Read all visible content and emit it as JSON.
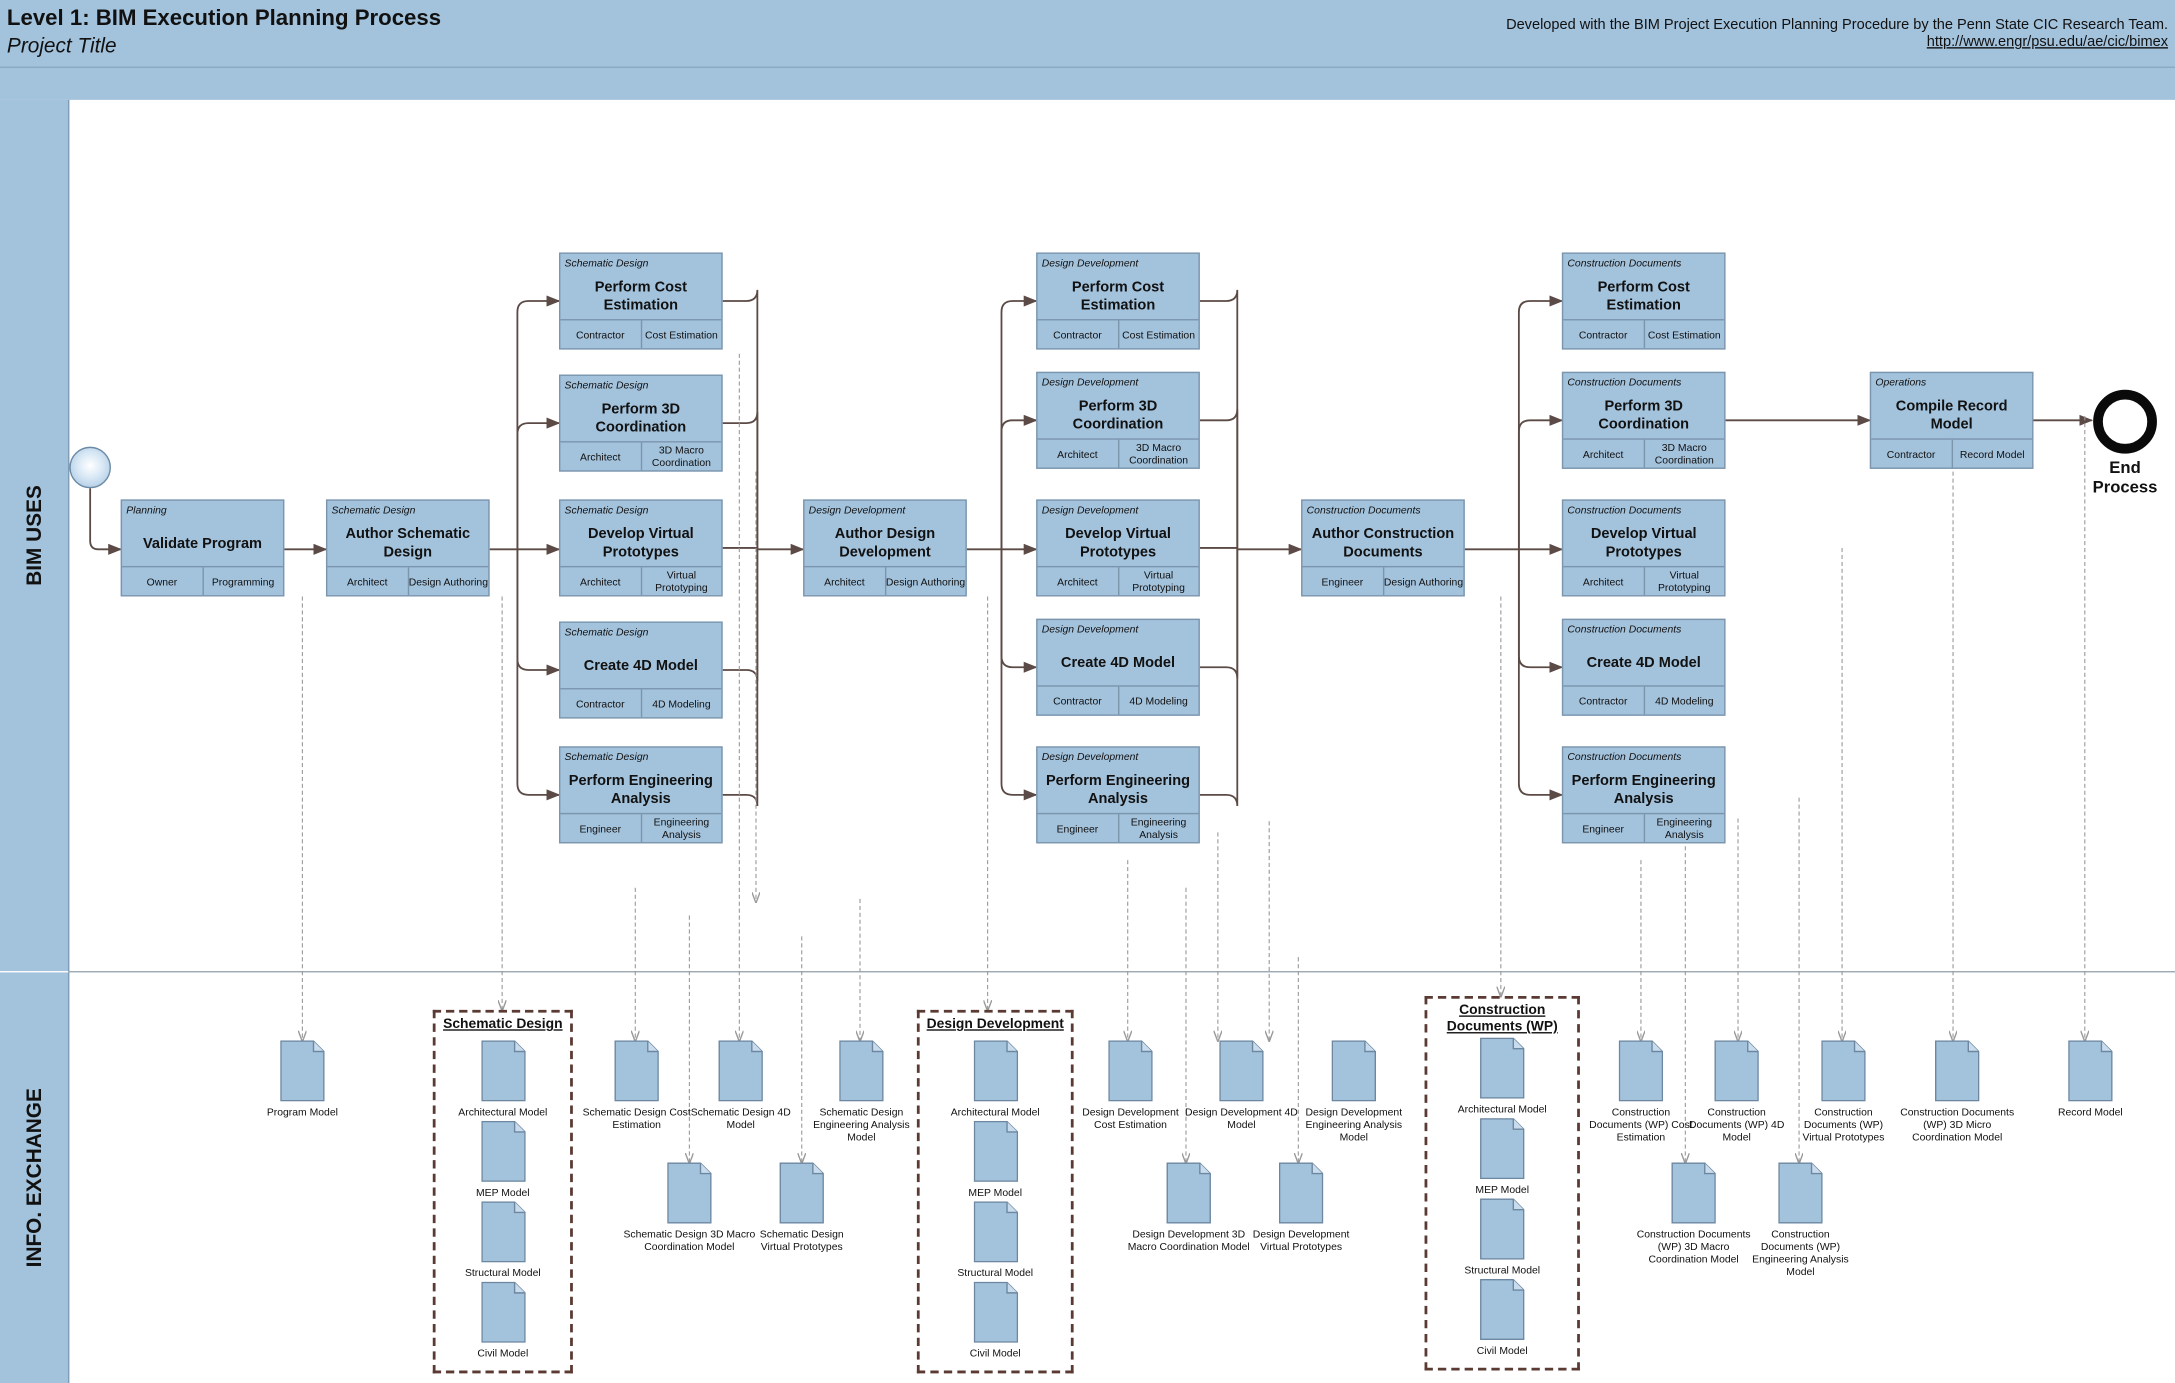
{
  "header": {
    "title": "Level 1: BIM Execution Planning Process",
    "subtitle": "Project Title",
    "credit": "Developed with the BIM Project Execution Planning Procedure by the Penn State CIC Research Team.",
    "link": "http://www.engr/psu.edu/ae/cic/bimex"
  },
  "lanes": {
    "bim_uses": "BIM USES",
    "info_exchange": "INFO. EXCHANGE"
  },
  "end_label": "End Process",
  "colors": {
    "box_fill": "#a3c2dc",
    "header_fill": "#a3c2dc",
    "connector": "#5b4a45"
  },
  "processes": [
    {
      "phase": "Planning",
      "title": "Validate Program",
      "role": "Owner",
      "use": "Programming"
    },
    {
      "phase": "Schematic Design",
      "title": "Author Schematic Design",
      "role": "Architect",
      "use": "Design Authoring"
    },
    {
      "phase": "Schematic Design",
      "title": "Perform Cost Estimation",
      "role": "Contractor",
      "use": "Cost Estimation"
    },
    {
      "phase": "Schematic Design",
      "title": "Perform 3D Coordination",
      "role": "Architect",
      "use": "3D Macro Coordination"
    },
    {
      "phase": "Schematic Design",
      "title": "Develop Virtual Prototypes",
      "role": "Architect",
      "use": "Virtual Prototyping"
    },
    {
      "phase": "Schematic Design",
      "title": "Create 4D Model",
      "role": "Contractor",
      "use": "4D Modeling"
    },
    {
      "phase": "Schematic Design",
      "title": "Perform Engineering Analysis",
      "role": "Engineer",
      "use": "Engineering Analysis"
    },
    {
      "phase": "Design Development",
      "title": "Author Design Development",
      "role": "Architect",
      "use": "Design Authoring"
    },
    {
      "phase": "Design Development",
      "title": "Perform Cost Estimation",
      "role": "Contractor",
      "use": "Cost Estimation"
    },
    {
      "phase": "Design Development",
      "title": "Perform 3D Coordination",
      "role": "Architect",
      "use": "3D Macro Coordination"
    },
    {
      "phase": "Design Development",
      "title": "Develop Virtual Prototypes",
      "role": "Architect",
      "use": "Virtual Prototyping"
    },
    {
      "phase": "Design Development",
      "title": "Create 4D Model",
      "role": "Contractor",
      "use": "4D Modeling"
    },
    {
      "phase": "Design Development",
      "title": "Perform Engineering Analysis",
      "role": "Engineer",
      "use": "Engineering Analysis"
    },
    {
      "phase": "Construction Documents",
      "title": "Author Construction Documents",
      "role": "Engineer",
      "use": "Design Authoring"
    },
    {
      "phase": "Construction Documents",
      "title": "Perform Cost Estimation",
      "role": "Contractor",
      "use": "Cost Estimation"
    },
    {
      "phase": "Construction Documents",
      "title": "Perform 3D Coordination",
      "role": "Architect",
      "use": "3D Macro Coordination"
    },
    {
      "phase": "Construction Documents",
      "title": "Develop Virtual Prototypes",
      "role": "Architect",
      "use": "Virtual Prototyping"
    },
    {
      "phase": "Construction Documents",
      "title": "Create 4D Model",
      "role": "Contractor",
      "use": "4D Modeling"
    },
    {
      "phase": "Construction Documents",
      "title": "Perform Engineering Analysis",
      "role": "Engineer",
      "use": "Engineering Analysis"
    },
    {
      "phase": "Operations",
      "title": "Compile Record Model",
      "role": "Contractor",
      "use": "Record Model"
    }
  ],
  "groups": [
    {
      "title": "Schematic Design",
      "models": [
        "Architectural Model",
        "MEP Model",
        "Structural Model",
        "Civil Model"
      ]
    },
    {
      "title": "Design Development",
      "models": [
        "Architectural Model",
        "MEP Model",
        "Structural Model",
        "Civil Model"
      ]
    },
    {
      "title": "Construction Documents (WP)",
      "models": [
        "Architectural Model",
        "MEP Model",
        "Structural Model",
        "Civil Model"
      ]
    }
  ],
  "exchanges": [
    "Program Model",
    "Schematic Design Cost Estimation",
    "Schematic Design 4D Model",
    "Schematic Design Engineering Analysis Model",
    "Schematic Design 3D Macro Coordination Model",
    "Schematic Design Virtual Prototypes",
    "Design Development Cost Estimation",
    "Design Development 4D Model",
    "Design Development Engineering Analysis Model",
    "Design Development 3D Macro Coordination Model",
    "Design Development Virtual Prototypes",
    "Construction Documents (WP) Cost Estimation",
    "Construction Documents (WP) 4D Model",
    "Construction Documents (WP) Virtual Prototypes",
    "Construction Documents (WP) 3D Macro Coordination Model",
    "Construction Documents (WP) Engineering Analysis Model",
    "Construction Documents (WP) 3D Micro Coordination Model",
    "Record Model"
  ]
}
